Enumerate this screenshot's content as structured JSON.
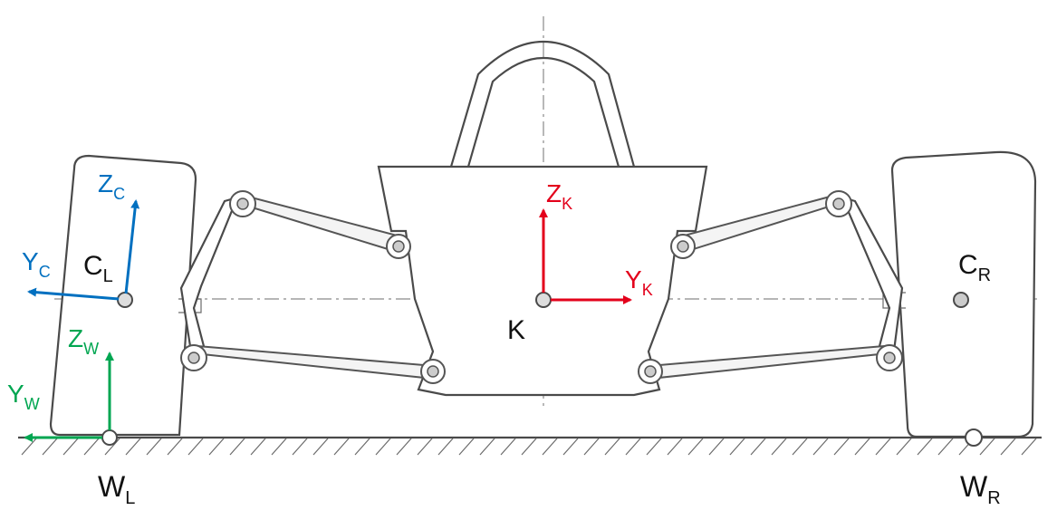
{
  "colors": {
    "chassis": "#e3001b",
    "camber": "#0070c0",
    "wheel": "#00a651",
    "drawing": "#4a4a4a"
  },
  "labels": {
    "chassis_point": "K",
    "chassis_z": {
      "base": "Z",
      "sub": "K"
    },
    "chassis_y": {
      "base": "Y",
      "sub": "K"
    },
    "camber_left": {
      "base": "C",
      "sub": "L"
    },
    "camber_right": {
      "base": "C",
      "sub": "R"
    },
    "camber_z": {
      "base": "Z",
      "sub": "C"
    },
    "camber_y": {
      "base": "Y",
      "sub": "C"
    },
    "wheel_z": {
      "base": "Z",
      "sub": "W"
    },
    "wheel_y": {
      "base": "Y",
      "sub": "W"
    },
    "wheel_left": {
      "base": "W",
      "sub": "L"
    },
    "wheel_right": {
      "base": "W",
      "sub": "R"
    }
  }
}
